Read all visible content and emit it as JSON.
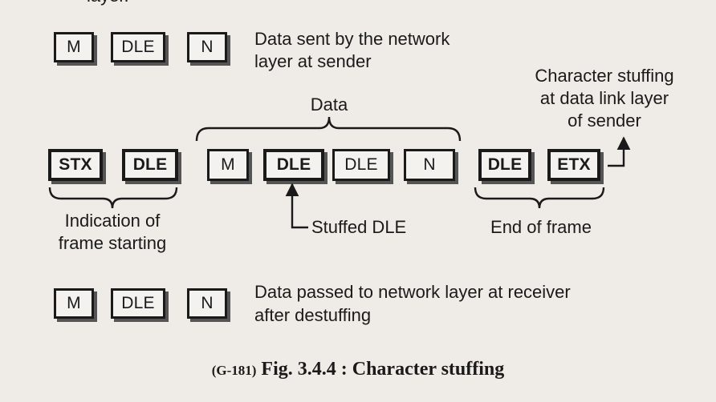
{
  "cut_top_text": "layer.",
  "rows": {
    "sender_network": {
      "boxes": [
        "M",
        "DLE",
        "N"
      ],
      "label_lines": [
        "Data sent by the network",
        "layer at sender"
      ]
    },
    "stuffed": {
      "start_boxes": [
        "STX",
        "DLE"
      ],
      "data_label": "Data",
      "data_boxes": [
        "M",
        "DLE",
        "DLE",
        "N"
      ],
      "end_boxes": [
        "DLE",
        "ETX"
      ],
      "note_lines": [
        "Character stuffing",
        "at data link layer",
        "of sender"
      ],
      "start_label_lines": [
        "Indication of",
        "frame starting"
      ],
      "stuffed_label": "Stuffed DLE",
      "end_label": "End of frame"
    },
    "receiver_network": {
      "boxes": [
        "M",
        "DLE",
        "N"
      ],
      "label_lines": [
        "Data passed to network layer at receiver",
        "after destuffing"
      ]
    }
  },
  "caption": {
    "code": "(G-181)",
    "text": "Fig. 3.4.4 : Character stuffing"
  }
}
